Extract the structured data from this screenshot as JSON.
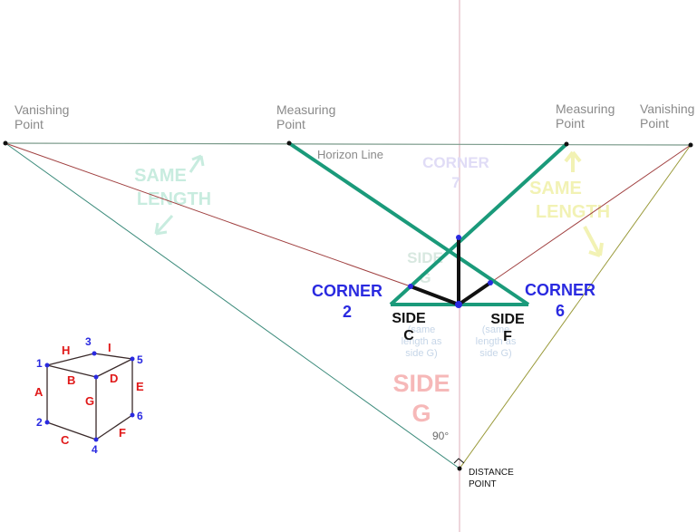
{
  "labels": {
    "vanishing_left": [
      "Vanishing",
      "Point"
    ],
    "vanishing_right": [
      "Vanishing",
      "Point"
    ],
    "measuring_left": [
      "Measuring",
      "Point"
    ],
    "measuring_right": [
      "Measuring",
      "Point"
    ],
    "horizon_line": "Horizon Line",
    "corner_2": [
      "CORNER",
      "2"
    ],
    "corner_6": [
      "CORNER",
      "6"
    ],
    "corner_7": [
      "CORNER",
      "7"
    ],
    "side_c": [
      "SIDE",
      "C"
    ],
    "side_f": [
      "SIDE",
      "F"
    ],
    "side_g_small": [
      "SIDE",
      "G"
    ],
    "side_g_big": [
      "SIDE",
      "G"
    ],
    "same_length_left": [
      "SAME",
      "LENGTH"
    ],
    "same_length_right": [
      "SAME",
      "LENGTH"
    ],
    "length_note_left": [
      "(same",
      "length as",
      "side G)"
    ],
    "length_note_right": [
      "(same",
      "length as",
      "side G)"
    ],
    "angle_90": "90°",
    "distance_point": [
      "DISTANCE",
      "POINT"
    ]
  },
  "cube_key": {
    "corner_numbers": [
      "1",
      "2",
      "3",
      "4",
      "5",
      "6"
    ],
    "side_letters": [
      "A",
      "B",
      "C",
      "D",
      "E",
      "F",
      "G",
      "H",
      "I"
    ]
  },
  "colors": {
    "background": "#ffffff",
    "green": "#1a9a7a",
    "blue": "#2a2ae0",
    "red": "#e01818",
    "black": "#111111",
    "gray_text": "#8a8a8a",
    "horizon": "#7a9a8a",
    "left_diag": "#3a8a7a",
    "red_thin": "#a04040",
    "right_diag": "#9a9a3a",
    "ghost_green": "#c8ecdf",
    "ghost_yellow": "#f2f2b4",
    "ghost_pink": "#f6b8b8",
    "ghost_lavender": "#e0dcf6",
    "vertical_axis": "#e8c8d0"
  }
}
